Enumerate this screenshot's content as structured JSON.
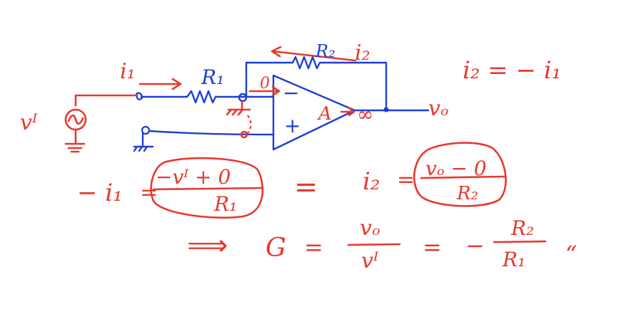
{
  "colors": {
    "ink_red": "#e8382e",
    "ink_blue": "#1d3fd1",
    "background": "#ffffff"
  },
  "circuit": {
    "input_current": "i₁",
    "feedback_current": "i₂",
    "r1_label": "R₁",
    "r2_label": "R₂",
    "source_label": "vᴵ",
    "node_current": "0",
    "minus_sign": "−",
    "plus_sign": "+",
    "gain_label": "A",
    "gain_value": "∞",
    "output_label": "vₒ"
  },
  "equations": {
    "current_relation": "i₂ = − i₁",
    "lhs_current": "− i₁",
    "eq_sign1": "=",
    "frac1_num": "−vᴵ + 0",
    "frac1_den": "R₁",
    "eq_sign2": "=",
    "rhs_current": "i₂",
    "eq_sign3": "=",
    "frac2_num": "vₒ − 0",
    "frac2_den": "R₂",
    "arrow": "⟹",
    "gain_symbol": "G",
    "eq_sign4": "=",
    "gain_num": "vₒ",
    "gain_den": "vᴵ",
    "eq_sign5": "=",
    "neg_sign": "−",
    "ratio_num": "R₂",
    "ratio_den": "R₁",
    "end_mark": "“"
  }
}
